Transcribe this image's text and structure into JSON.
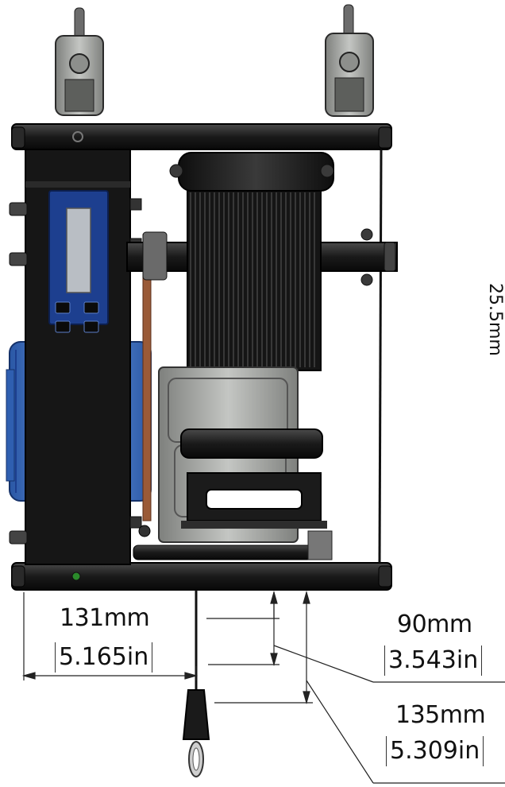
{
  "dimensions": {
    "width_dim": {
      "mm": "131mm",
      "in": "5.165in"
    },
    "drop_short": {
      "mm": "90mm",
      "in": "3.543in"
    },
    "drop_long": {
      "mm": "135mm",
      "in": "5.309in"
    },
    "side_partial": "25.5mm"
  },
  "colors": {
    "frame": "#1c1c1c",
    "housing": "#161616",
    "panel_blue": "#1d3f8f",
    "lcd": "#b9bec4",
    "motor_blue": "#3f6fbf",
    "belt": "#9a5a37",
    "gray_part": "#a9aba8",
    "bolt": "#3a3a3a"
  }
}
